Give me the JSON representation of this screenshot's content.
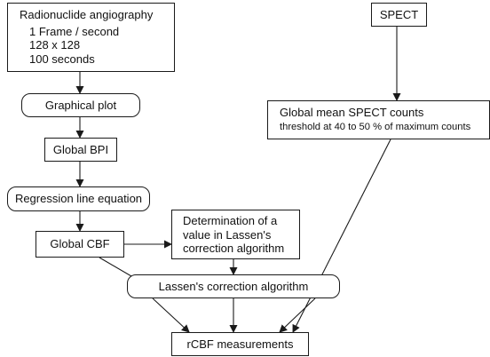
{
  "nodes": {
    "angiography": {
      "title": "Radionuclide angiography",
      "lines": [
        "1 Frame / second",
        "128 x 128",
        "100 seconds"
      ]
    },
    "spect": {
      "label": "SPECT"
    },
    "spect_counts": {
      "title": "Global mean SPECT counts",
      "subtitle": "threshold at 40 to 50 % of maximum counts"
    },
    "graphical_plot": {
      "label": "Graphical plot"
    },
    "global_bpi": {
      "label": "Global BPI"
    },
    "regression": {
      "label": "Regression line equation"
    },
    "global_cbf": {
      "label": "Global CBF"
    },
    "determination": {
      "lines": [
        "Determination of a",
        "value in Lassen's",
        "correction algorithm"
      ]
    },
    "lassen": {
      "label": "Lassen's correction algorithm"
    },
    "rcbf": {
      "label": "rCBF measurements"
    }
  },
  "colors": {
    "stroke": "#1a1a1a",
    "background": "#ffffff"
  }
}
